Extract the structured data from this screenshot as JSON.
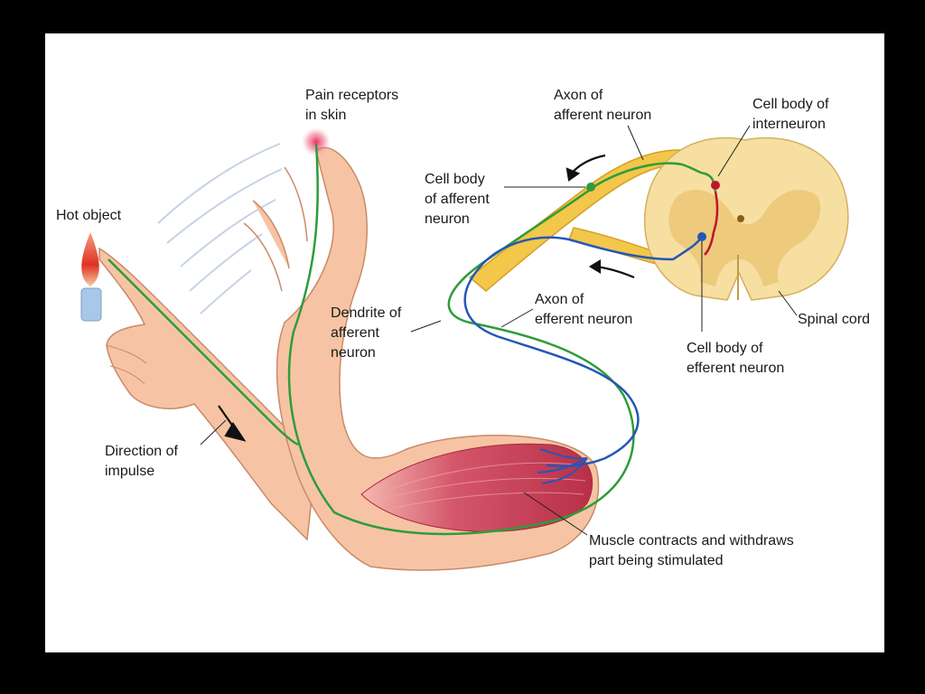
{
  "labels": {
    "pain_receptors": [
      "Pain receptors",
      "in skin"
    ],
    "hot_object": "Hot object",
    "axon_afferent": [
      "Axon of",
      "afferent neuron"
    ],
    "cell_body_interneuron": [
      "Cell body of",
      "interneuron"
    ],
    "cell_body_afferent": [
      "Cell body",
      "of afferent",
      "neuron"
    ],
    "dendrite_afferent": [
      "Dendrite of",
      "afferent",
      "neuron"
    ],
    "axon_efferent": [
      "Axon of",
      "efferent neuron"
    ],
    "spinal_cord": "Spinal cord",
    "cell_body_efferent": [
      "Cell body of",
      "efferent neuron"
    ],
    "direction_impulse": [
      "Direction of",
      "impulse"
    ],
    "muscle_contracts": [
      "Muscle contracts and withdraws",
      "part being stimulated"
    ]
  },
  "colors": {
    "frame": "#000000",
    "panel": "#ffffff",
    "skin": "#f6c4a4",
    "skin_outline": "#c98a68",
    "afferent_neuron": "#2e9c3a",
    "efferent_neuron": "#2456b8",
    "interneuron": "#c0142c",
    "nerve_sheath": "#f2c74a",
    "spinal_cord_white": "#f6dfa0",
    "spinal_cord_gray": "#ecc878",
    "muscle": "#cf4e5e",
    "flame": "#e23a2a",
    "candle": "#a8c8e8"
  },
  "icons": [
    "flame-icon",
    "candle-icon",
    "impulse-arrow-icon",
    "pain-glow-icon"
  ]
}
